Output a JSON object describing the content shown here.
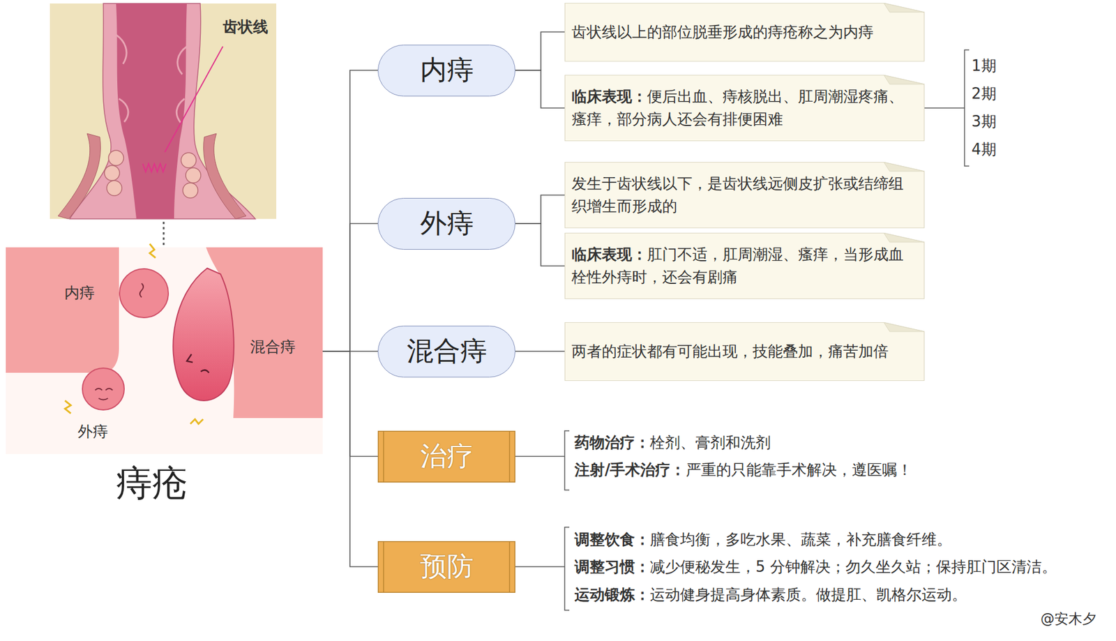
{
  "diagram": {
    "nodes": [
      {
        "text": [
          "痔疮"
        ]
      },
      {
        "text": [
          "内痔"
        ]
      },
      {
        "text": [
          "齿状线以上的部位脱垂形成的痔疮称之为内痔"
        ]
      },
      {
        "text": [
          "临床表现：",
          "便后出血、痔核脱出、肛周潮湿疼痛、瘙痒，部分病人还会有排便困难"
        ]
      },
      {
        "text": [
          "外痔"
        ]
      },
      {
        "text": [
          "发生于齿状线以下，是齿状线远侧皮扩张或结缔组织增生而形成的"
        ]
      },
      {
        "text": [
          "临床表现：",
          "肛门不适，肛周潮湿、瘙痒，当形成血栓性外痔时，还会有剧痛"
        ]
      },
      {
        "text": [
          "混合痔"
        ]
      },
      {
        "text": [
          "两者的症状都有可能出现，技能叠加，痛苦加倍"
        ]
      },
      {
        "text": [
          "治疗"
        ]
      },
      {
        "text": [
          "预防"
        ]
      }
    ],
    "edges": [
      {
        "from": 0,
        "to": 1,
        "arrow": "none"
      },
      {
        "from": 0,
        "to": 4,
        "arrow": "none"
      },
      {
        "from": 0,
        "to": 7,
        "arrow": "none"
      },
      {
        "from": 0,
        "to": 9,
        "arrow": "none"
      },
      {
        "from": 0,
        "to": 10,
        "arrow": "none"
      },
      {
        "from": 1,
        "to": 2,
        "arrow": "none"
      },
      {
        "from": 1,
        "to": 3,
        "arrow": "none"
      },
      {
        "from": 4,
        "to": 5,
        "arrow": "none"
      },
      {
        "from": 4,
        "to": 6,
        "arrow": "none"
      },
      {
        "from": 7,
        "to": 8,
        "arrow": "none"
      }
    ],
    "labels": [
      "齿状线",
      "内痔",
      "混合痔",
      "外痔",
      "1期",
      "2期",
      "3期",
      "4期",
      "药物治疗：",
      "栓剂、膏剂和洗剂",
      "注射/手术治疗：",
      "严重的只能靠手术解决，遵医嘱！",
      "调整饮食：",
      "膳食均衡，多吃水果、蔬菜，补充膳食纤维。",
      "调整习惯：",
      "减少便秘发生，5 分钟解决；勿久坐久站；保持肛门区清洁。",
      "运动锻炼：",
      "运动健身提高身体素质。做提肛、凯格尔运动。",
      "@安木夕"
    ]
  }
}
